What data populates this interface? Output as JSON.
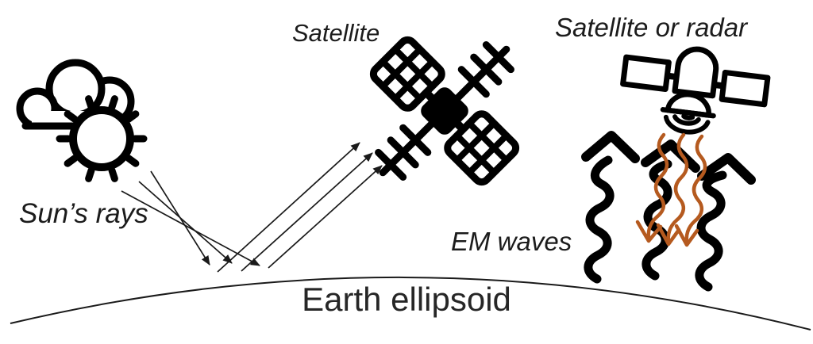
{
  "figure": {
    "background": "#ffffff",
    "labels": {
      "satellite": "Satellite",
      "satellite_or_radar": "Satellite or radar",
      "suns_rays": "Sun’s rays",
      "em_waves": "EM waves",
      "earth_ellipsoid": "Earth ellipsoid"
    },
    "icons": [
      "sun-behind-cloud-icon",
      "satellite-icon",
      "radar-satellite-icon",
      "sun-ray-arrow",
      "em-wave-up-arrow",
      "em-wave-down-arrow",
      "earth-ellipsoid-arc"
    ],
    "counts": {
      "sun_ray_arrows_down": 3,
      "sun_ray_arrows_up": 3,
      "em_waves_up_black": 3,
      "em_waves_down_orange": 3
    },
    "colors": {
      "ink": "#000000",
      "thin_line": "#1a1a1a",
      "em_down_wave_orange": "#b55a1f"
    }
  }
}
